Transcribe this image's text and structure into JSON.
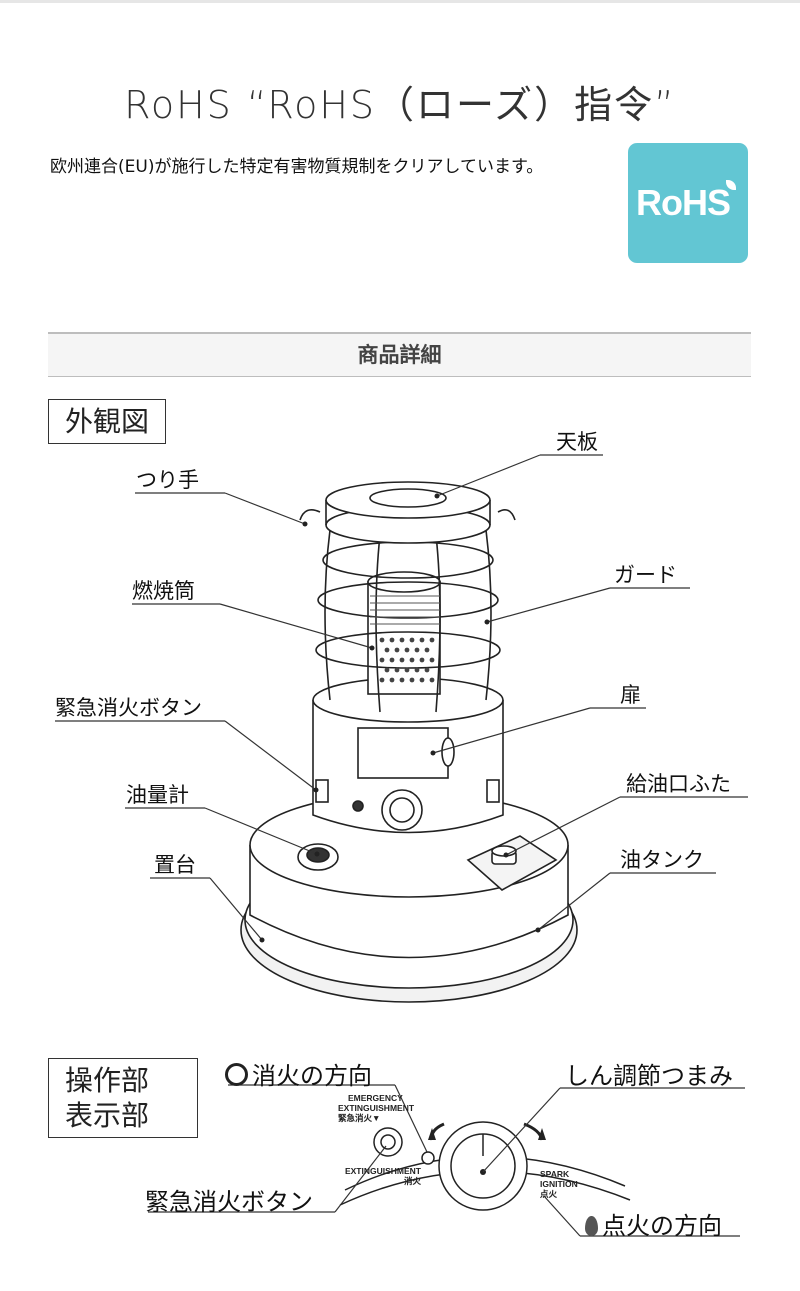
{
  "rohs": {
    "title": "RoHS “RoHS（ローズ）指令”",
    "description": "欧州連合(EU)が施行した特定有害物質規制をクリアしています。",
    "logo_text": "RoHS",
    "logo_color": "#62c6d3"
  },
  "section": {
    "title": "商品詳細"
  },
  "exterior": {
    "box_label": "外観図",
    "labels": {
      "top_plate": "天板",
      "handle": "つり手",
      "guard": "ガード",
      "combustion_tube": "燃焼筒",
      "door": "扉",
      "emergency_button": "緊急消火ボタン",
      "fuel_cap": "給油口ふた",
      "fuel_gauge": "油量計",
      "oil_tank": "油タンク",
      "base": "置台"
    }
  },
  "controls": {
    "box_label_1": "操作部",
    "box_label_2": "表示部",
    "extinguish_dir": "消火の方向",
    "wick_knob": "しん調節つまみ",
    "emergency_button": "緊急消火ボタン",
    "ignition_dir": "点火の方向",
    "panel": {
      "emergency_en1": "EMERGENCY",
      "emergency_en2": "EXTINGUISHMENT",
      "emergency_jp": "緊急消火▼",
      "extinguish_en": "EXTINGUISHMENT",
      "extinguish_jp": "消火",
      "spark_en1": "SPARK",
      "spark_en2": "IGNITION",
      "spark_jp": "点火"
    }
  }
}
